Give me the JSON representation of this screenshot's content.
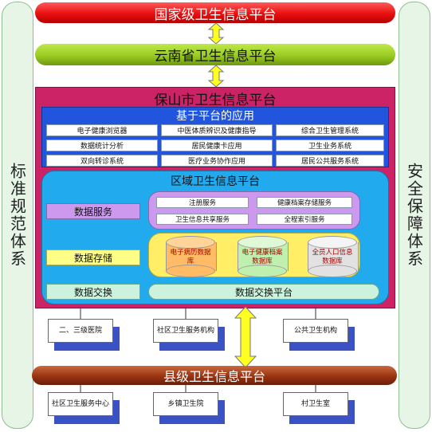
{
  "left_side": {
    "label": "标准规范体系"
  },
  "right_side": {
    "label": "安全保障体系"
  },
  "national": {
    "label": "国家级卫生信息平台"
  },
  "province": {
    "label": "云南省卫生信息平台"
  },
  "city": {
    "label": "保山市卫生信息平台",
    "apps": {
      "title": "基于平台的应用",
      "cells": [
        "电子健康浏览器",
        "中医体质辨识及健康指导",
        "综合卫生管理系统",
        "数据统计分析",
        "居民健康卡应用",
        "卫生业务系统",
        "双向转诊系统",
        "医疗业务协作应用",
        "居民公共服务系统"
      ]
    },
    "regional": {
      "title": "区域卫生信息平台",
      "data_service": {
        "label": "数据服务",
        "items": [
          "注册服务",
          "健康档案存储服务",
          "卫生信息共享服务",
          "全程索引服务"
        ]
      },
      "data_storage": {
        "label": "数据存储",
        "dbs": [
          "电子病历数据库",
          "电子健康档案数据库",
          "全员人口信息数据库"
        ]
      },
      "data_exchange": {
        "label": "数据交换",
        "platform": "数据交换平台"
      }
    }
  },
  "city_nodes": [
    "二、三级医院",
    "社区卫生服务机构",
    "公共卫生机构"
  ],
  "county": {
    "label": "县级卫生信息平台"
  },
  "county_nodes": [
    "社区卫生服务中心",
    "乡镇卫生院",
    "村卫生室"
  ],
  "colors": {
    "national": "#ee1111",
    "province": "#99cc22",
    "city": "#cc2266",
    "apps": "#2255dd",
    "regional": "#22aaee",
    "county": "#993311",
    "arrow": "#ffff22",
    "node_shadow": "#3a52c4"
  }
}
